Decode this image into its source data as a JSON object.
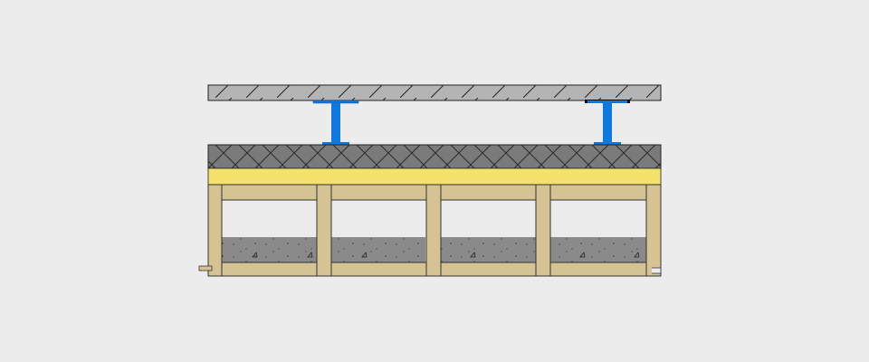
{
  "diagram": {
    "kind": "construction-section",
    "layers": [
      {
        "name": "slab",
        "color": "#b4b4b4",
        "pattern": "diagonal-hatch"
      },
      {
        "name": "supports",
        "color": "#0f78dc",
        "count": 2
      },
      {
        "name": "gravel-layer",
        "color": "#7a7a7a",
        "pattern": "cross-hatch"
      },
      {
        "name": "insulation-layer",
        "color": "#f3e36c"
      },
      {
        "name": "timber-frame",
        "color": "#d6c393",
        "bays": 4
      },
      {
        "name": "fill",
        "color": "#8a8a8a",
        "pattern": "dotted"
      }
    ],
    "colors": {
      "background": "#ececec",
      "outline": "#222222"
    }
  }
}
